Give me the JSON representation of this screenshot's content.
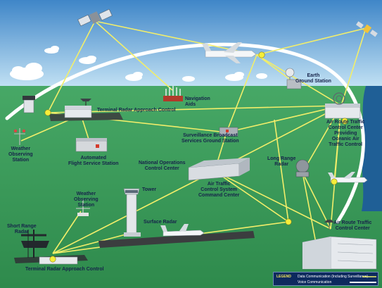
{
  "labels": {
    "navigation_aids": "Navigation\nAids",
    "earth_ground_station": "Earth\nGround Station",
    "tracon_top": "Terminal Radar Approach Control",
    "artcc_oceanic": "Air Route Traffic\nControl Center\nProviding\nOceanic Air\nTraffic Control",
    "weather_station_left": "Weather\nObserving\nStation",
    "surveillance_broadcast": "Surveillance Broadcast\nServices Ground Station",
    "automated_fss": "Automated\nFlight Service Station",
    "national_ops": "National Operations\nControl Center",
    "long_range_radar": "Long Range\nRadar",
    "atcscc": "Air Traffic\nControl System\nCommand Center",
    "tower": "Tower",
    "weather_station_mid": "Weather\nObserving\nStation",
    "short_range_radar": "Short Range\nRadar",
    "surface_radar": "Surface Radar",
    "artcc_right": "Air Route Traffic\nControl Center",
    "tracon_bottom": "Terminal Radar Approach Control"
  },
  "legend": {
    "title": "LEGEND",
    "data": "Data Communication (Including Surveillance)",
    "voice": "Voice Communication"
  },
  "colors": {
    "sky_top": "#3f86c8",
    "sky_bottom": "#bfe0f3",
    "ground": "#3a9a57",
    "data_link": "#f2ee6a",
    "voice_link": "#ffffff",
    "node": "#f5ee3a",
    "label_text": "#16234a",
    "legend_bg": "#0d2a5e"
  }
}
